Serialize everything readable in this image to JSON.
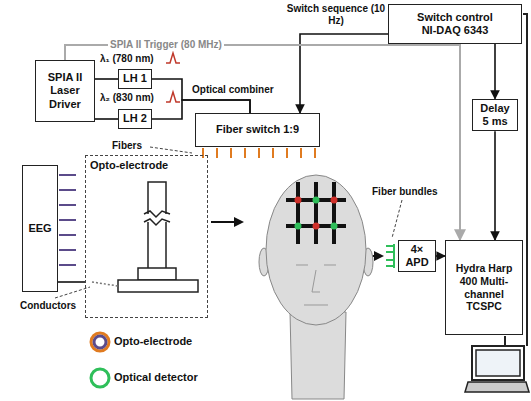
{
  "diagram": {
    "nodes": [
      {
        "text": [
          "Switch control NI-DAQ 6343"
        ]
      },
      {
        "text": [
          "SPIA II Laser Driver"
        ]
      },
      {
        "text": [
          "LH 1"
        ]
      },
      {
        "text": [
          "LH 2"
        ]
      },
      {
        "text": [
          "Fiber switch 1:9"
        ]
      },
      {
        "text": [
          "Delay 5 ms"
        ]
      },
      {
        "text": [
          "EEG"
        ]
      },
      {
        "text": [
          "Opto-electrode"
        ]
      },
      {
        "text": [
          "4× APD"
        ]
      },
      {
        "text": [
          "Hydra Harp 400 Multi-channel TCSPC"
        ]
      }
    ],
    "edges": [
      {
        "from": 0,
        "to": 4,
        "arrow": "to",
        "label": "Switch sequence (10 Hz)"
      },
      {
        "from": 1,
        "to": 9,
        "arrow": "to",
        "label": "SPIA II Trigger (80 MHz)"
      },
      {
        "from": 1,
        "to": 2,
        "arrow": "none"
      },
      {
        "from": 1,
        "to": 3,
        "arrow": "none"
      },
      {
        "from": 2,
        "to": 4,
        "arrow": "none"
      },
      {
        "from": 3,
        "to": 4,
        "arrow": "none"
      },
      {
        "from": 0,
        "to": 5,
        "arrow": "to"
      },
      {
        "from": 5,
        "to": 9,
        "arrow": "to"
      },
      {
        "from": 6,
        "to": 7,
        "arrow": "none"
      },
      {
        "from": 8,
        "to": 9,
        "arrow": "to"
      }
    ],
    "labels": [
      "λ₁ (780 nm)",
      "λ₂ (830 nm)",
      "Optical combiner",
      "Fibers",
      "Fiber bundles",
      "Conductors"
    ],
    "legend": [
      {
        "text": "Opto-electrode"
      },
      {
        "text": "Optical detector"
      }
    ]
  }
}
